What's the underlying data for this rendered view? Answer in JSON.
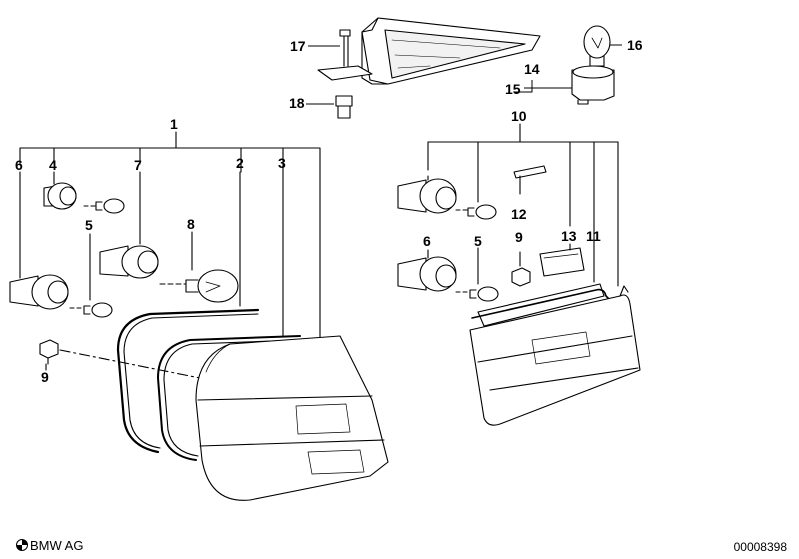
{
  "callouts": {
    "c1": "1",
    "c2": "2",
    "c3": "3",
    "c4": "4",
    "c5a": "5",
    "c5b": "5",
    "c6a": "6",
    "c6b": "6",
    "c7": "7",
    "c8": "8",
    "c9a": "9",
    "c9b": "9",
    "c10": "10",
    "c11": "11",
    "c12": "12",
    "c13": "13",
    "c14": "14",
    "c15": "15",
    "c16": "16",
    "c17": "17",
    "c18": "18"
  },
  "footer": {
    "brand": "BMW AG",
    "doc_number": "00008398"
  }
}
